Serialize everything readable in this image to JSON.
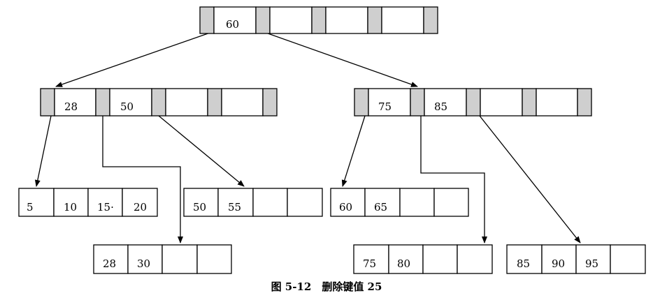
{
  "caption": "图 5-12　删除键值 25",
  "colors": {
    "pointer_fill": "#cfcfcf",
    "border": "#000000",
    "key_fill": "#ffffff"
  },
  "root_node": {
    "keys": [
      "60",
      "",
      "",
      ""
    ]
  },
  "internal_nodes": [
    {
      "keys": [
        "28",
        "50",
        "",
        ""
      ]
    },
    {
      "keys": [
        "75",
        "85",
        "",
        ""
      ]
    }
  ],
  "leaf_nodes": [
    {
      "keys": [
        "5",
        "10",
        "15·",
        "20"
      ]
    },
    {
      "keys": [
        "50",
        "55",
        "",
        ""
      ]
    },
    {
      "keys": [
        "60",
        "65",
        "",
        ""
      ]
    },
    {
      "keys": [
        "28",
        "30",
        "",
        ""
      ]
    },
    {
      "keys": [
        "75",
        "80",
        "",
        ""
      ]
    },
    {
      "keys": [
        "85",
        "90",
        "95",
        ""
      ]
    }
  ]
}
